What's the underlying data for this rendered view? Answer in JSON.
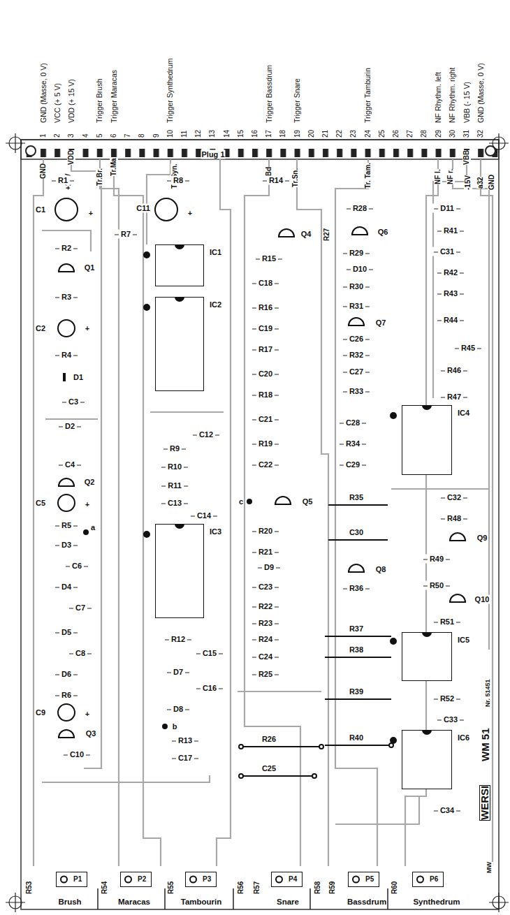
{
  "diagram": {
    "nodes": [
      {
        "text": [
          "IC1"
        ]
      },
      {
        "text": [
          "IC2"
        ]
      },
      {
        "text": [
          "IC3"
        ]
      },
      {
        "text": [
          "IC4"
        ]
      },
      {
        "text": [
          "IC5"
        ]
      },
      {
        "text": [
          "IC6"
        ]
      },
      {
        "text": [
          "P1"
        ]
      },
      {
        "text": [
          "P2"
        ]
      },
      {
        "text": [
          "P3"
        ]
      },
      {
        "text": [
          "P4"
        ]
      },
      {
        "text": [
          "P5"
        ]
      },
      {
        "text": [
          "P6"
        ]
      }
    ],
    "labels": [
      "GND (Masse, 0 V)",
      "VCC (+ 5 V)",
      "VDD (+ 15 V)",
      "Trigger Brush",
      "Trigger Maracas",
      "Trigger Synthedrum",
      "Trigger Bassdrum",
      "Trigger Snare",
      "Trigger Tamburin",
      "NF Rhythm. left",
      "NF Rhythm. right",
      "VBB (- 15 V)",
      "GND (Masse, 0 V)",
      "1",
      "2",
      "3",
      "4",
      "5",
      "6",
      "7",
      "8",
      "9",
      "10",
      "11",
      "12",
      "13",
      "14",
      "15",
      "16",
      "17",
      "18",
      "19",
      "20",
      "21",
      "22",
      "23",
      "24",
      "25",
      "26",
      "27",
      "28",
      "29",
      "30",
      "31",
      "32",
      "GND",
      "VDD",
      "+15V",
      "Tr.Br.",
      "Tr.Ma",
      "Tr. Syn.",
      "Plug 1",
      "Tr.Bd",
      "Tr.Sn.",
      "Tr. Tam.",
      "NF l.",
      "NF r.",
      "VBB",
      "-15V",
      "a32",
      "GND",
      "R1",
      "C1",
      "+",
      "R2",
      "Q1",
      "R3",
      "C2",
      "+",
      "R4",
      "D1",
      "C3",
      "D2",
      "C4",
      "Q2",
      "C5",
      "+",
      "R5",
      "a",
      "D3",
      "C6",
      "D4",
      "C7",
      "D5",
      "C8",
      "D6",
      "R6",
      "C9",
      "+",
      "Q3",
      "C10",
      "R8",
      "R7",
      "C11",
      "+",
      "C12",
      "R9",
      "R10",
      "R11",
      "C13",
      "C14",
      "R12",
      "C15",
      "D7",
      "C16",
      "D8",
      "b",
      "R13",
      "C17",
      "R14",
      "Q4",
      "R15",
      "C18",
      "R16",
      "C19",
      "R17",
      "C20",
      "R18",
      "C21",
      "R19",
      "C22",
      "c",
      "Q5",
      "R20",
      "R21",
      "D9",
      "C23",
      "R22",
      "R23",
      "R24",
      "C24",
      "R25",
      "R26",
      "C25",
      "R27",
      "R28",
      "Q6",
      "R29",
      "D10",
      "R30",
      "R31",
      "Q7",
      "C26",
      "R32",
      "C27",
      "R33",
      "C28",
      "R34",
      "C29",
      "R35",
      "C30",
      "Q8",
      "R36",
      "R37",
      "R38",
      "R39",
      "R40",
      "D11",
      "R41",
      "C31",
      "R42",
      "R43",
      "R44",
      "R45",
      "R46",
      "R47",
      "C32",
      "R48",
      "Q9",
      "R49",
      "R50",
      "Q10",
      "R51",
      "R52",
      "C33",
      "C34",
      "R53",
      "Brush",
      "R54",
      "Maracas",
      "R55",
      "Tambourin",
      "R56",
      "R57",
      "Snare",
      "R58",
      "R59",
      "Bassdrum",
      "R60",
      "Synthedrum",
      "WERSI",
      "WM 51",
      "Nr. 51451",
      "MW"
    ]
  }
}
